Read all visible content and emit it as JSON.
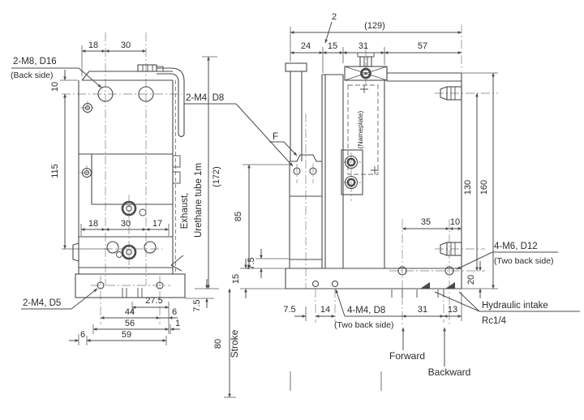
{
  "drawing": {
    "dims": {
      "d18a": "18",
      "d30a": "30",
      "d10": "10",
      "d115": "115",
      "d18b": "18",
      "d30b": "30",
      "d17": "17",
      "d275": "27.5",
      "d44": "44",
      "d6a": "6",
      "d56": "56",
      "d1": "1",
      "d6b": "6",
      "d59": "59",
      "d75a": "7.5",
      "d2": "2",
      "d129": "(129)",
      "d24": "24",
      "d15a": "15",
      "d31a": "31",
      "d57": "57",
      "d172": "(172)",
      "d85": "85",
      "d75b": "7.5",
      "d15b": "15",
      "d80": "80",
      "d75c": "7.5",
      "d14": "14",
      "d31b": "31",
      "d13": "13",
      "d35": "35",
      "d10b": "10",
      "d130": "130",
      "d160": "160",
      "d20": "20"
    },
    "labels": {
      "m8": "2-M8, D16",
      "m8_note": "(Back side)",
      "m4d5": "2-M4, D5",
      "m4d8": "2-M4, D8",
      "f": "F",
      "nameplate": "(Nameplate)",
      "exhaust1": "Exhaust,",
      "exhaust2": "Urethane tube 1m",
      "m4x4": "4-M4, D8",
      "m4x4_note": "(Two back side)",
      "m6x4": "4-M6, D12",
      "m6x4_note": "(Two back side)",
      "hyd1": "Hydraulic intake",
      "hyd2": "Rc1/4",
      "forward": "Forward",
      "backward": "Backward",
      "stroke": "Stroke"
    }
  }
}
